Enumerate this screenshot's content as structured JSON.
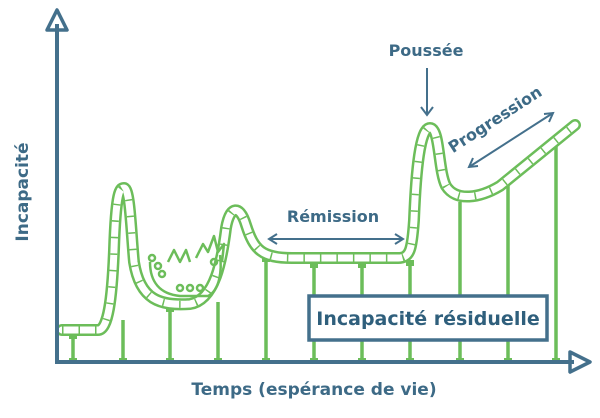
{
  "axes": {
    "y_label": "Incapacité",
    "x_label": "Temps (espérance de vie)"
  },
  "annotations": {
    "poussee": "Poussée",
    "remission": "Rémission",
    "progression": "Progression",
    "residual_box": "Incapacité résiduelle"
  },
  "colors": {
    "axis": "#44708c",
    "track": "#6cbd5a",
    "track_fill": "#ffffff",
    "label": "#3d6a86"
  }
}
